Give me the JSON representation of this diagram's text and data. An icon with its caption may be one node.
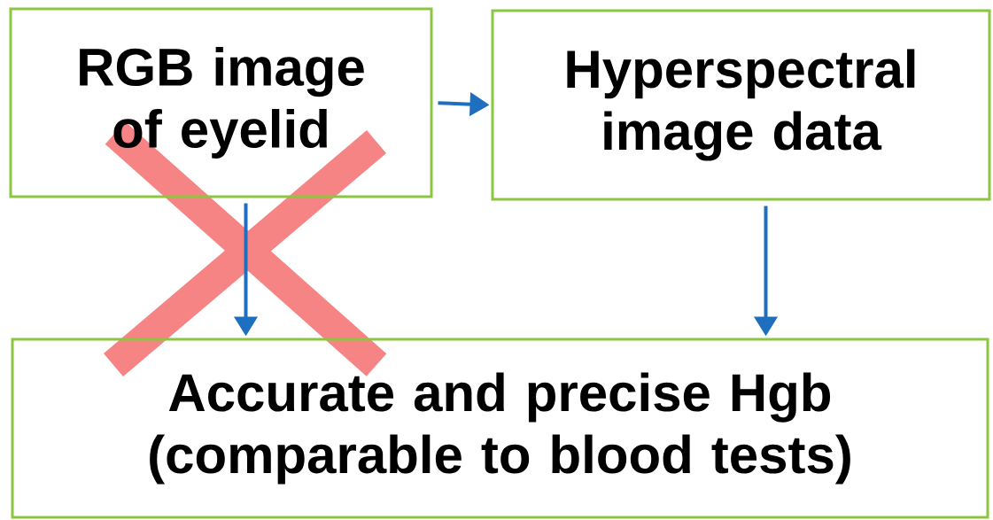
{
  "diagram": {
    "nodes": [
      {
        "text": [
          "RGB image of eyelid"
        ]
      },
      {
        "text": [
          "Hyperspectral image data"
        ]
      },
      {
        "text": [
          "Accurate and precise Hgb (comparable to blood tests)"
        ]
      }
    ],
    "edges": [
      {
        "from": 0,
        "to": 1,
        "arrow": "to"
      },
      {
        "from": 0,
        "to": 2,
        "arrow": "to"
      },
      {
        "from": 1,
        "to": 2,
        "arrow": "to"
      }
    ]
  }
}
